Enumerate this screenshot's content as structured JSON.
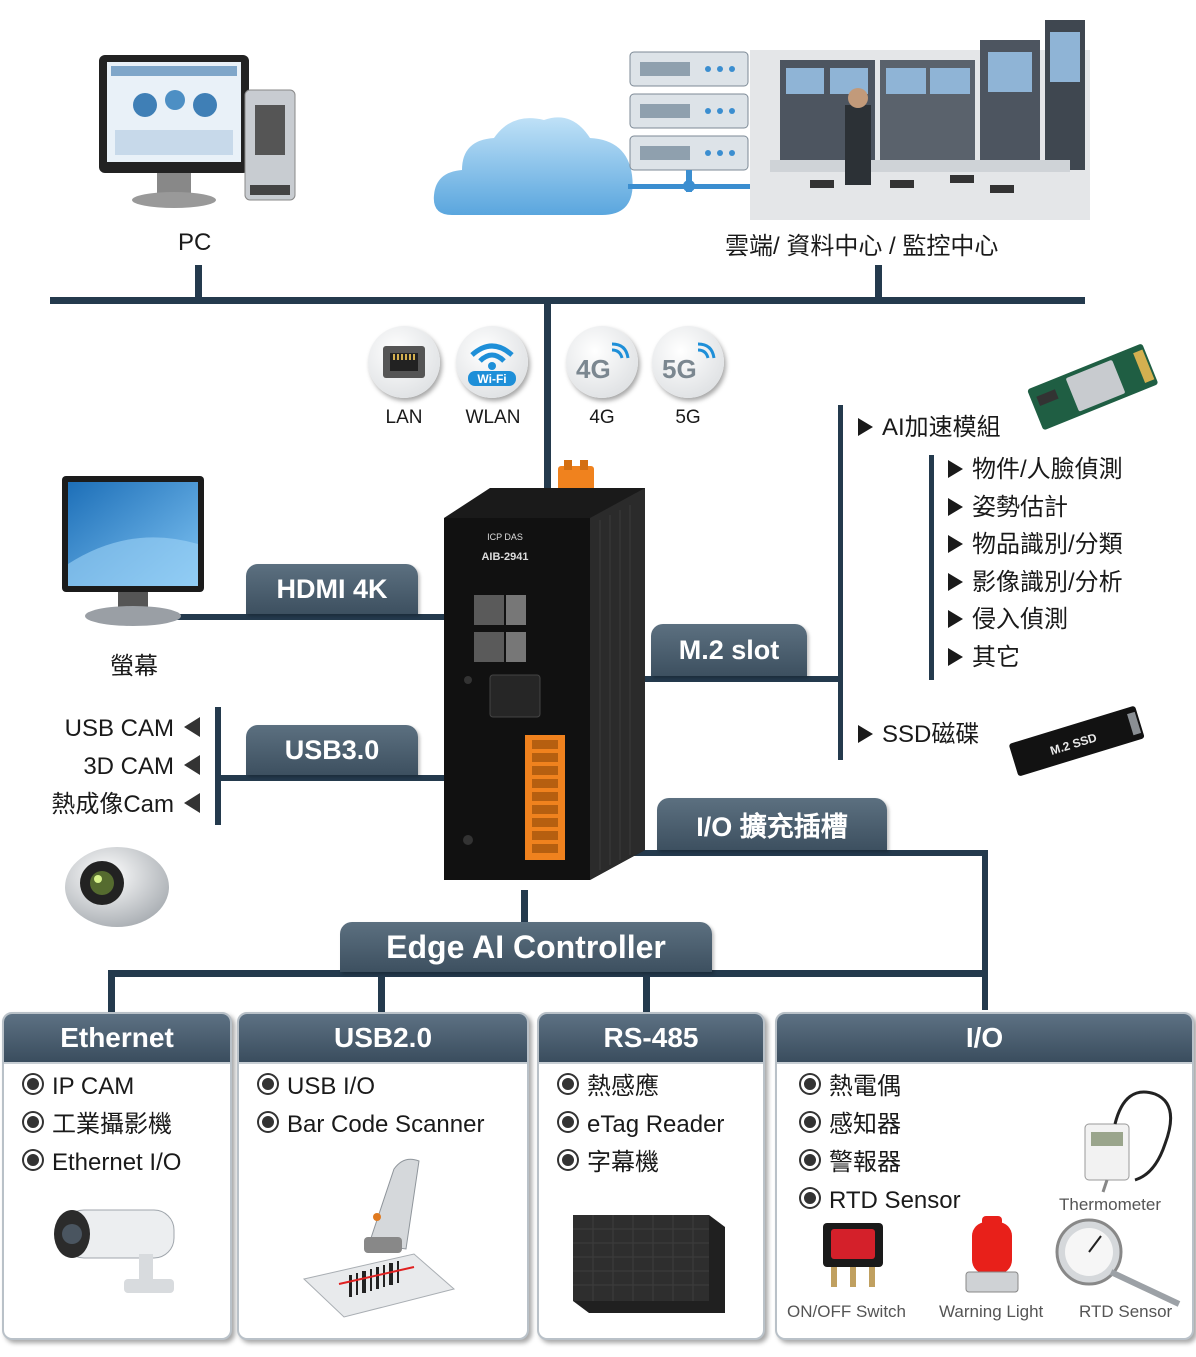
{
  "top": {
    "pc_label": "PC",
    "cloud_label": "雲端/ 資料中心 / 監控中心"
  },
  "connectivity": [
    {
      "label": "LAN",
      "icon": "ethernet-port-icon"
    },
    {
      "label": "WLAN",
      "icon": "wifi-icon",
      "badge": "Wi-Fi"
    },
    {
      "label": "4G",
      "icon": "4g-icon",
      "badge": "4G"
    },
    {
      "label": "5G",
      "icon": "5g-icon",
      "badge": "5G"
    }
  ],
  "monitor_label": "螢幕",
  "tabs": {
    "hdmi": "HDMI 4K",
    "usb3": "USB3.0",
    "m2": "M.2 slot",
    "io_slot": "I/O 擴充插槽",
    "controller": "Edge AI Controller"
  },
  "usb_cams": [
    "USB CAM",
    "3D CAM",
    "熱成像Cam"
  ],
  "ai_module": {
    "title": "AI加速模組",
    "items": [
      "物件/人臉偵測",
      "姿勢估計",
      "物品識別/分類",
      "影像識別/分析",
      "侵入偵測",
      "其它"
    ]
  },
  "ssd": {
    "title": "SSD磁碟",
    "card_text": "M.2 SSD"
  },
  "device": {
    "brand": "ICP DAS",
    "model": "AIB-2941"
  },
  "panels": [
    {
      "title": "Ethernet",
      "items": [
        "IP CAM",
        "工業攝影機",
        "Ethernet I/O"
      ]
    },
    {
      "title": "USB2.0",
      "items": [
        "USB I/O",
        "Bar Code Scanner"
      ]
    },
    {
      "title": "RS-485",
      "items": [
        "熱感應",
        "eTag Reader",
        "字幕機"
      ]
    },
    {
      "title": "I/O",
      "items": [
        "熱電偶",
        "感知器",
        "警報器",
        "RTD Sensor"
      ],
      "captions": {
        "thermometer": "Thermometer",
        "switch": "ON/OFF Switch",
        "light": "Warning Light",
        "rtd": "RTD Sensor"
      }
    }
  ],
  "colors": {
    "line": "#243a4d",
    "tab": "#4a5e6e",
    "terminal": "#f0821e"
  }
}
